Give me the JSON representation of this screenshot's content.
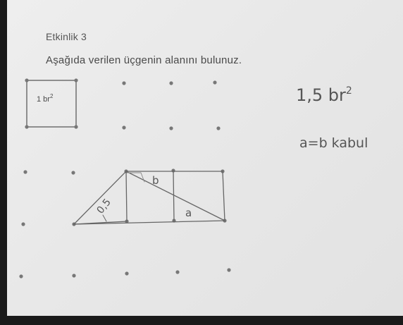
{
  "worksheet": {
    "activity_title": "Etkinlik 3",
    "instruction": "Aşağıda verilen üçgenin alanını bulunuz."
  },
  "unit_square": {
    "label": "1 br",
    "exponent": "2"
  },
  "handwriting": {
    "answer_value": "1,5 br",
    "answer_exponent": "2",
    "assumption": "a=b kabul",
    "label_05": "0,5",
    "label_b": "b",
    "label_a": "a"
  }
}
